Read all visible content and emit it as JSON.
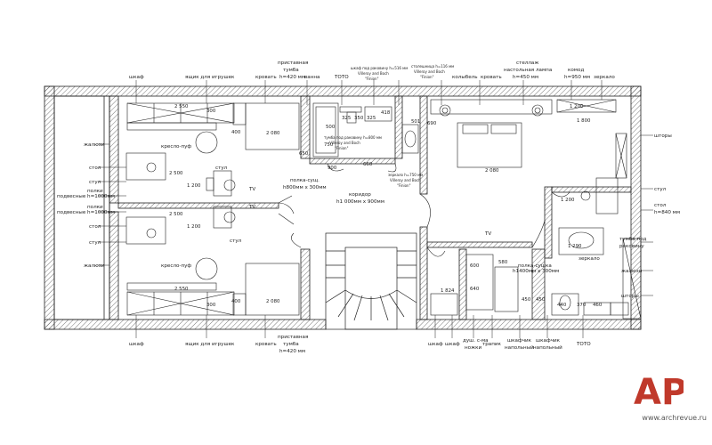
{
  "colors": {
    "line": "#222222",
    "hatch": "#555555",
    "logo_red": "#c0392b",
    "logo_gray": "#8a8a8a"
  },
  "top_labels": {
    "shkaf": "шкаф",
    "yashchik": "ящик для игрушек",
    "krovat": "кровать",
    "pristavnaya_1": "приставная",
    "pristavnaya_2": "тумба",
    "pristavnaya_3": "h=420 мм",
    "vanna": "ванна",
    "toto": "TOTO",
    "shkaf_pod_rakovinu_1": "шкаф под раковину h=516 мм",
    "shkaf_pod_rakovinu_2": "Villeroy and Boch",
    "shkaf_pod_rakovinu_3": "\"Finion\"",
    "stoleshnitsa_1": "столешница h=116 мм",
    "stoleshnitsa_2": "Villeroy and Boch",
    "stoleshnitsa_3": "\"Finion\"",
    "kolybel": "колыбель",
    "krovat2": "кровать",
    "stellazh_1": "стеллаж",
    "stellazh_2": "настольная лампа",
    "stellazh_3": "h=450 мм",
    "komod_1": "комод",
    "komod_2": "h=950 мм",
    "zerkalo": "зеркало"
  },
  "bottom_labels": {
    "shkaf": "шкаф",
    "yashchik": "ящик для игрушек",
    "krovat": "кровать",
    "pristavnaya_1": "приставная",
    "pristavnaya_2": "тумба",
    "pristavnaya_3": "h=420 мм",
    "shkaf2": "шкаф",
    "shkaf3": "шкаф",
    "duh_1": "душ. с-ма",
    "duh_2": "ножки",
    "trapik": "трапик",
    "shkafchik1_1": "шкафчик",
    "shkafchik1_2": "напольный",
    "shkafchik2_1": "шкафчик",
    "shkafchik2_2": "напольный",
    "toto": "TOTO"
  },
  "left_labels": {
    "zhalyuzi1": "жалюзи",
    "stol1": "стол",
    "stul1": "стул",
    "polki1_1": "полки",
    "polki1_2": "подвесные h=1000мм",
    "polki2_1": "полки",
    "polki2_2": "подвесные h=1000мм",
    "stol2": "стол",
    "stul2": "стул",
    "zhalyuzi2": "жалюзи"
  },
  "right_labels": {
    "shtory1": "шторы",
    "stul": "стул",
    "stol_1": "стол",
    "stol_2": "h=840 мм",
    "tumba_1": "тумба под",
    "tumba_2": "раковину",
    "zhalyuzi": "жалюзи",
    "shtory2": "шторы",
    "zerkalo": "зеркало"
  },
  "interior_labels": {
    "kreslo_top": "кресло-пуф",
    "kreslo_bottom": "кресло-пуф",
    "stul_a": "стул",
    "stul_b": "стул",
    "tv1": "TV",
    "tv2": "TV",
    "tv3": "TV",
    "polka_1": "полка-сущ.",
    "polka_2": "h800мм х 300мм",
    "koridor_1": "коридор",
    "koridor_2": "h1 000мм х 900мм",
    "tumba_rak_1": "тумба под раковину h=800 мм",
    "tumba_rak_2": "Villeroy and Boch",
    "tumba_rak_3": "\"Finion\"",
    "zerk_1": "зеркало h=750 мм",
    "zerk_2": "Villeroy and Boch",
    "zerk_3": "\"Finion\"",
    "polka_sushka_1": "полка-сушка",
    "polka_sushka_2": "h1400мм х 300мм"
  },
  "dimensions": {
    "d2550_top": "2 550",
    "d2080_top": "2 080",
    "d2500_a": "2 500",
    "d1200_a": "1 200",
    "d2500_b": "2 500",
    "d1200_b": "1 200",
    "d2550_bot": "2 550",
    "d2080_bot": "2 080",
    "d2080_master": "2 080",
    "d1200_r": "1 200",
    "d1800_r": "1 800",
    "d1200_r2": "1 200",
    "d1290": "1 290",
    "d1824": "1 824",
    "d580": "580",
    "d650": "650",
    "d750": "750",
    "d500": "500",
    "d900": "900",
    "d325a": "325",
    "d350": "350",
    "d325b": "325",
    "d418": "418",
    "d501": "501",
    "d660": "660",
    "d690": "690",
    "d400a": "400",
    "d400b": "400",
    "d300a": "300",
    "d300b": "300",
    "d640": "640",
    "d460": "460",
    "d450a": "450",
    "d450b": "450",
    "d440": "440",
    "d370": "370",
    "d600": "600"
  },
  "site_text": "www.archrevue.ru",
  "logo_text": "AP"
}
